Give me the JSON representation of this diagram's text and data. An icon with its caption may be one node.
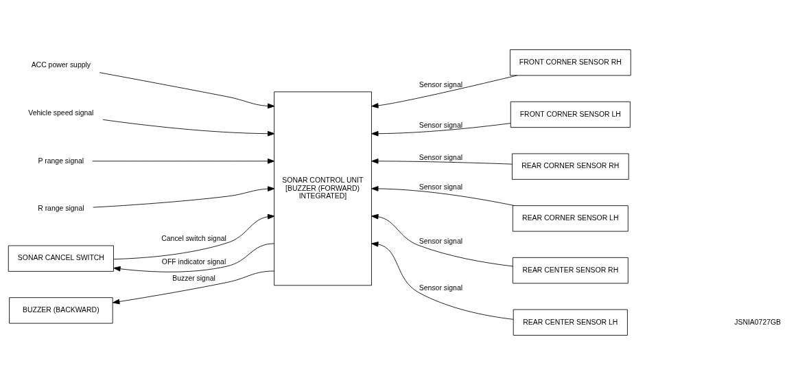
{
  "diagram": {
    "nodes": [
      {
        "text": [
          "ACC power supply"
        ]
      },
      {
        "text": [
          "Vehicle speed signal"
        ]
      },
      {
        "text": [
          "P range signal"
        ]
      },
      {
        "text": [
          "R range signal"
        ]
      },
      {
        "text": [
          "SONAR CANCEL SWITCH"
        ]
      },
      {
        "text": [
          "BUZZER (BACKWARD)"
        ]
      },
      {
        "text": [
          "SONAR CONTROL UNIT [BUZZER (FORWARD) INTEGRATED]"
        ]
      },
      {
        "text": [
          "FRONT CORNER SENSOR RH"
        ]
      },
      {
        "text": [
          "FRONT CORNER SENSOR LH"
        ]
      },
      {
        "text": [
          "REAR CORNER SENSOR RH"
        ]
      },
      {
        "text": [
          "REAR CORNER SENSOR LH"
        ]
      },
      {
        "text": [
          "REAR CENTER SENSOR RH"
        ]
      },
      {
        "text": [
          "REAR CENTER SENSOR LH"
        ]
      }
    ],
    "edges": [
      {
        "from": 0,
        "to": 6,
        "arrow": "to"
      },
      {
        "from": 1,
        "to": 6,
        "arrow": "to"
      },
      {
        "from": 2,
        "to": 6,
        "arrow": "to"
      },
      {
        "from": 3,
        "to": 6,
        "arrow": "to"
      },
      {
        "from": 4,
        "to": 6,
        "arrow": "to",
        "label": "Cancel switch signal"
      },
      {
        "from": 6,
        "to": 4,
        "arrow": "to",
        "label": "OFF indicator signal"
      },
      {
        "from": 6,
        "to": 5,
        "arrow": "to",
        "label": "Buzzer signal"
      },
      {
        "from": 7,
        "to": 6,
        "arrow": "to",
        "label": "Sensor signal"
      },
      {
        "from": 8,
        "to": 6,
        "arrow": "to",
        "label": "Sensor signal"
      },
      {
        "from": 9,
        "to": 6,
        "arrow": "to",
        "label": "Sensor signal"
      },
      {
        "from": 10,
        "to": 6,
        "arrow": "to",
        "label": "Sensor signal"
      },
      {
        "from": 11,
        "to": 6,
        "arrow": "to",
        "label": "Sensor signal"
      },
      {
        "from": 12,
        "to": 6,
        "arrow": "to",
        "label": "Sensor signal"
      }
    ],
    "labels": [
      "JSNIA0727GB"
    ]
  }
}
